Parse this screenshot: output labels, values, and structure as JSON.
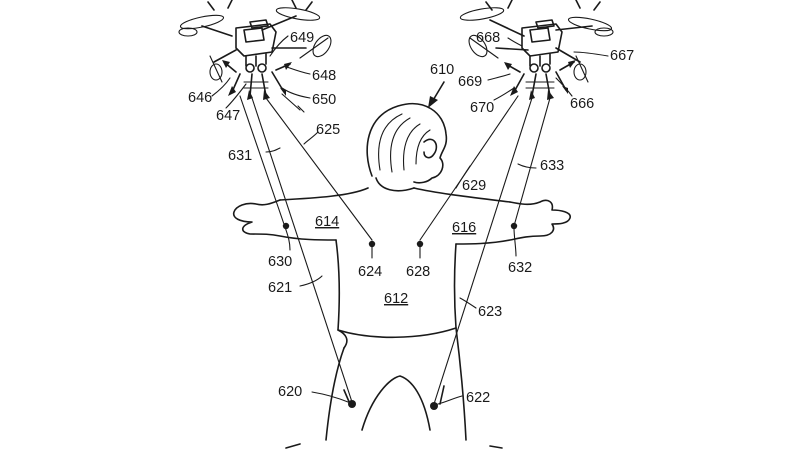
{
  "figure": {
    "labels": {
      "l610": "610",
      "l612": "612",
      "l614": "614",
      "l616": "616",
      "l620": "620",
      "l621": "621",
      "l622": "622",
      "l623": "623",
      "l624": "624",
      "l625": "625",
      "l628": "628",
      "l629": "629",
      "l630": "630",
      "l631": "631",
      "l632": "632",
      "l633": "633",
      "l646": "646",
      "l647": "647",
      "l648": "648",
      "l649": "649",
      "l650": "650",
      "l666": "666",
      "l667": "667",
      "l668": "668",
      "l669": "669",
      "l670": "670"
    }
  }
}
